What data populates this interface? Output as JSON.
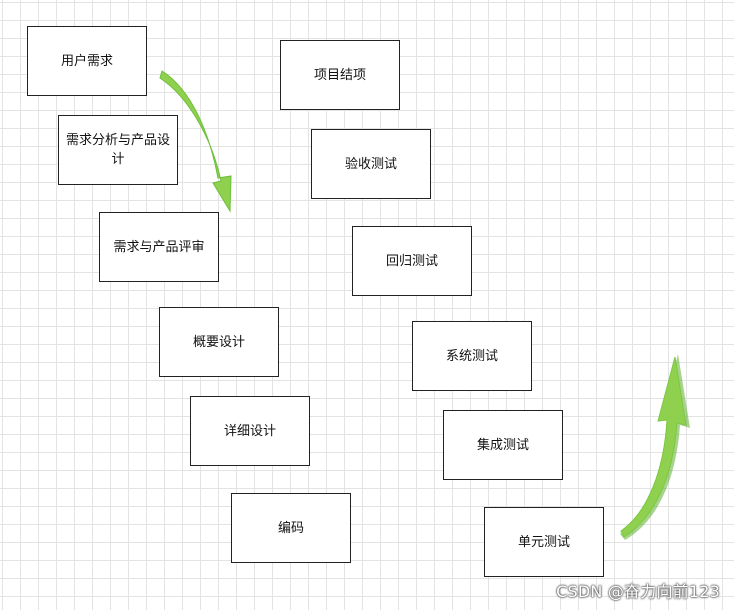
{
  "diagram": {
    "left_steps": [
      "用户需求",
      "需求分析与产品设计",
      "需求与产品评审",
      "概要设计",
      "详细设计",
      "编码"
    ],
    "right_steps": [
      "项目结项",
      "验收测试",
      "回归测试",
      "系统测试",
      "集成测试",
      "单元测试"
    ],
    "arrow_color": "#8fd14f",
    "arrow_shadow_color": "#5fae2e"
  },
  "watermark": {
    "text": "CSDN @奋力向前123"
  }
}
